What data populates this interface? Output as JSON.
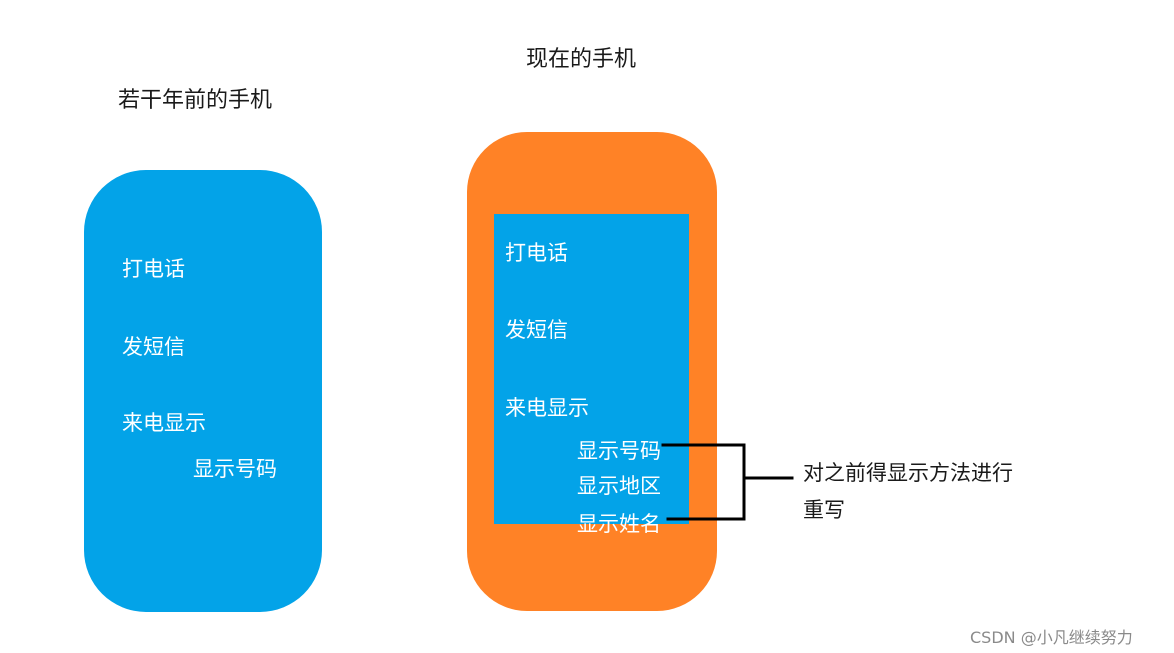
{
  "old_phone": {
    "title": "若干年前的手机",
    "features": [
      "打电话",
      "发短信",
      "来电显示"
    ],
    "sub_feature": "显示号码",
    "color": "#03a3e8"
  },
  "new_phone": {
    "title": "现在的手机",
    "features": [
      "打电话",
      "发短信",
      "来电显示"
    ],
    "sub_features": [
      "显示号码",
      "显示地区",
      "显示姓名"
    ],
    "body_color": "#ff8226",
    "screen_color": "#03a3e8"
  },
  "annotation": {
    "line1": "对之前得显示方法进行",
    "line2": "重写"
  },
  "watermark": "CSDN @小凡继续努力"
}
